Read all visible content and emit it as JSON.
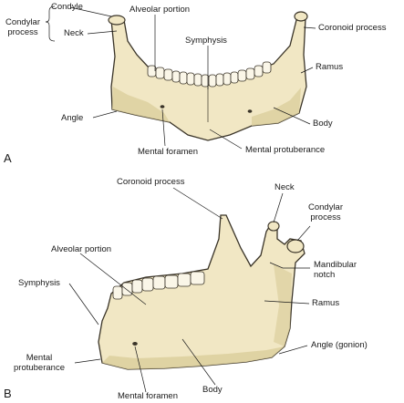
{
  "panels": {
    "a": {
      "letter": "A",
      "labels": {
        "condyle": "Condyle",
        "condylar_process_line1": "Condylar",
        "condylar_process_line2": "process",
        "neck": "Neck",
        "alveolar_portion": "Alveolar portion",
        "symphysis": "Symphysis",
        "coronoid_process": "Coronoid process",
        "ramus": "Ramus",
        "body": "Body",
        "angle": "Angle",
        "mental_foramen": "Mental foramen",
        "mental_protuberance": "Mental protuberance"
      }
    },
    "b": {
      "letter": "B",
      "labels": {
        "coronoid_process": "Coronoid process",
        "neck": "Neck",
        "condylar_process_line1": "Condylar",
        "condylar_process_line2": "process",
        "alveolar_portion": "Alveolar portion",
        "mandibular_notch_line1": "Mandibular",
        "mandibular_notch_line2": "notch",
        "symphysis": "Symphysis",
        "ramus": "Ramus",
        "mental_protuberance_line1": "Mental",
        "mental_protuberance_line2": "protuberance",
        "angle_gonion": "Angle (gonion)",
        "body": "Body",
        "mental_foramen": "Mental foramen"
      }
    }
  },
  "colors": {
    "bone_fill": "#f1e7c4",
    "bone_shade": "#dccf9e",
    "outline": "#3a3428",
    "leader": "#1a1a1a",
    "tooth": "#faf6e8"
  }
}
